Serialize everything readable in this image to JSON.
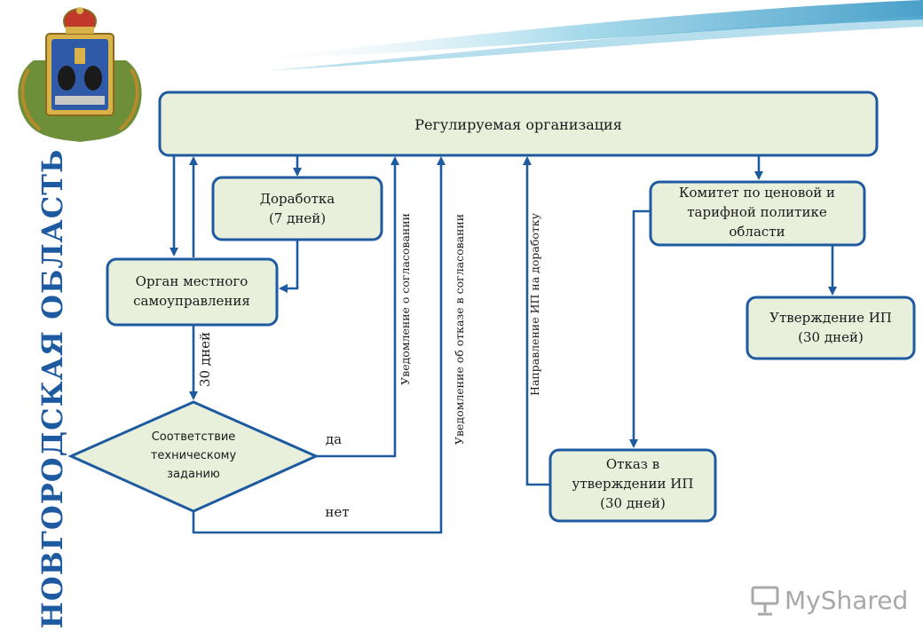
{
  "region_title": "НОВГОРОДСКАЯ ОБЛАСТЬ",
  "watermark": "MyShared",
  "nodes": {
    "regulated_org": "Регулируемая организация",
    "revision_line1": "Доработка",
    "revision_line2": "(7 дней)",
    "local_gov_line1": "Орган местного",
    "local_gov_line2": "самоуправления",
    "compliance_line1": "Соответствие",
    "compliance_line2": "техническому",
    "compliance_line3": "заданию",
    "committee_line1": "Комитет по ценовой и",
    "committee_line2": "тарифной политике",
    "committee_line3": "области",
    "approval_line1": "Утверждение ИП",
    "approval_line2": "(30 дней)",
    "refusal_line1": "Отказ в",
    "refusal_line2": "утверждении ИП",
    "refusal_line3": "(30 дней)"
  },
  "labels": {
    "days30": "30 дней",
    "yes": "да",
    "no": "нет",
    "notify_approval": "Уведомление о согласовании",
    "notify_refusal": "Уведомление об отказе в согласовании",
    "send_revision": "Направление ИП на доработку"
  },
  "colors": {
    "accent": "#1e5aa0",
    "box_fill": "#e8f0dc",
    "swoosh": "#8fd0e6"
  }
}
